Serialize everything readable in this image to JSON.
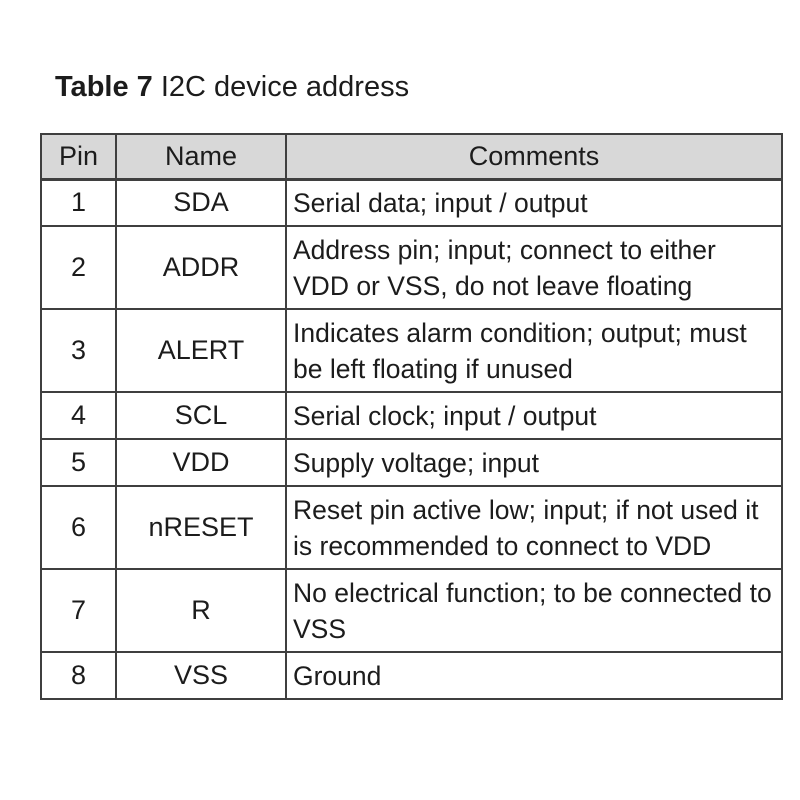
{
  "title": {
    "prefix": "Table 7",
    "rest": " I2C device address"
  },
  "theme": {
    "page_bg": "#ffffff",
    "header_bg": "#d8d8d8",
    "border_color": "#3f3f3f",
    "text_color": "#1c1c1c"
  },
  "table": {
    "headers": [
      "Pin",
      "Name",
      "Comments"
    ],
    "rows": [
      {
        "pin": "1",
        "name": "SDA",
        "comment": "Serial data; input / output"
      },
      {
        "pin": "2",
        "name": "ADDR",
        "comment": "Address pin; input; connect to either\nVDD or VSS, do not leave floating"
      },
      {
        "pin": "3",
        "name": "ALERT",
        "comment": "Indicates alarm condition; output; must\nbe left floating if unused"
      },
      {
        "pin": "4",
        "name": "SCL",
        "comment": "Serial clock; input / output"
      },
      {
        "pin": "5",
        "name": "VDD",
        "comment": "Supply voltage; input"
      },
      {
        "pin": "6",
        "name": "nRESET",
        "comment": "Reset pin active low; input; if not used it\nis recommended to connect to VDD"
      },
      {
        "pin": "7",
        "name": "R",
        "comment": "No electrical function; to be connected to\nVSS"
      },
      {
        "pin": "8",
        "name": "VSS",
        "comment": "Ground"
      }
    ]
  }
}
